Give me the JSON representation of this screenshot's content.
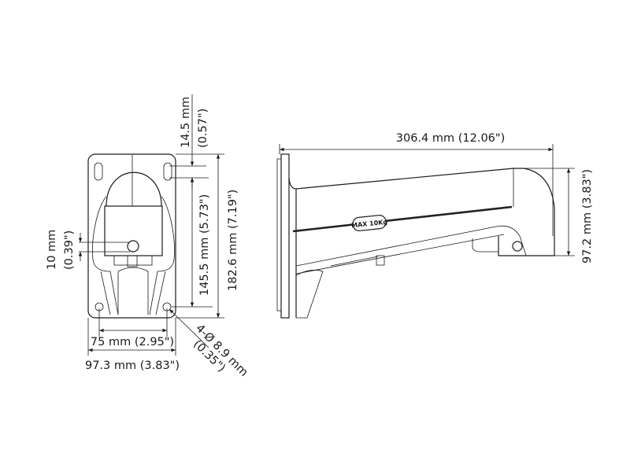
{
  "front_view": {
    "dim_top_offset": {
      "mm": "14.5 mm",
      "inch": "(0.57\")"
    },
    "dim_hole_span_vertical": "145.5 mm (5.73\")",
    "dim_total_height": "182.6 mm (7.19\")",
    "dim_small": {
      "mm": "10 mm",
      "inch": "(0.39\")"
    },
    "dim_hole_span_horizontal": "75 mm (2.95\")",
    "dim_total_width": "97.3 mm (3.83\")",
    "dim_holes": {
      "mm": "4-Ø 8.9 mm",
      "inch": "(0.35\")"
    }
  },
  "side_view": {
    "dim_length": "306.4 mm (12.06\")",
    "dim_height": "97.2 mm (3.83\")",
    "load_label": "MAX 10Kg"
  }
}
